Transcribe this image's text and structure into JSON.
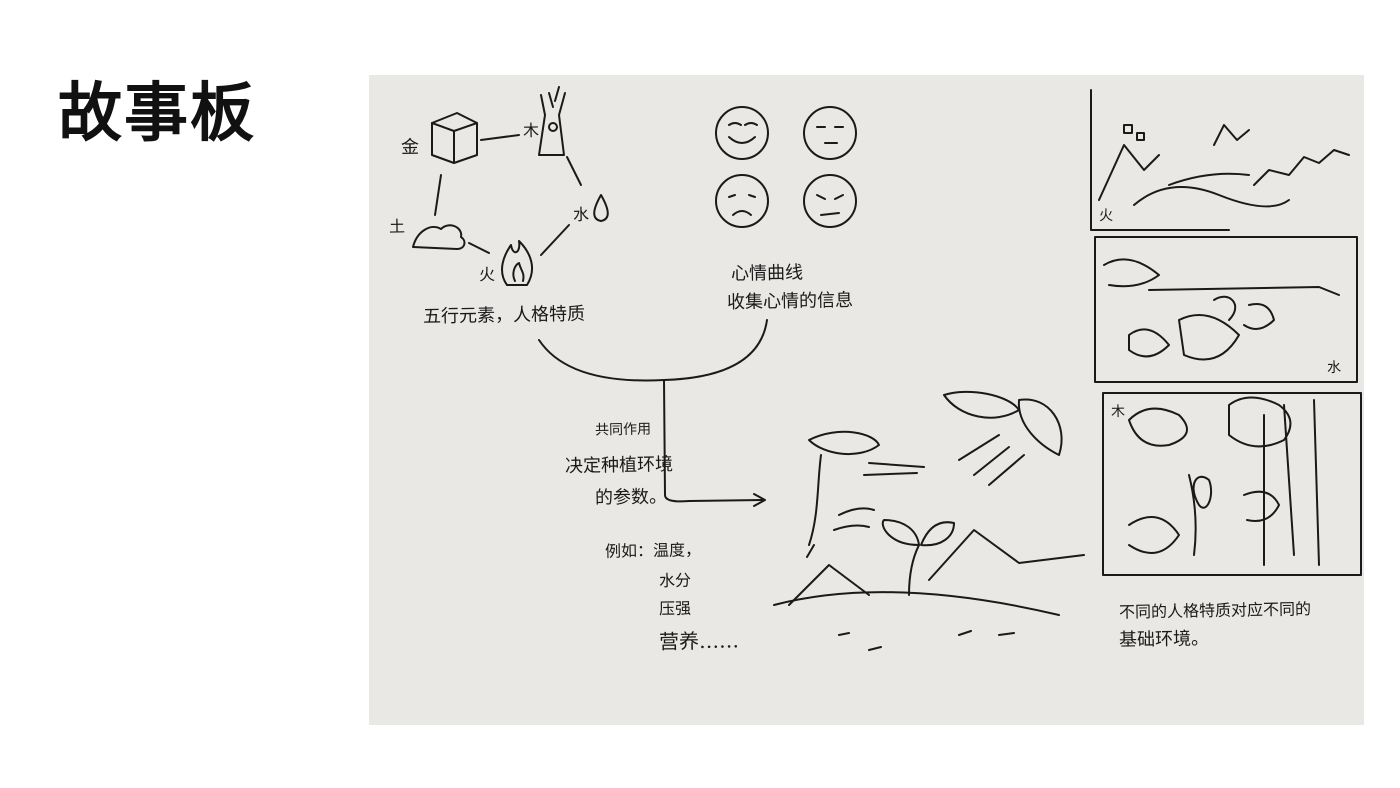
{
  "slide": {
    "title": "故事板"
  },
  "sketch": {
    "elements": {
      "gold": "金",
      "wood": "木",
      "water": "水",
      "fire": "火",
      "earth": "土"
    },
    "caption_elements": "五行元素，人格特质",
    "caption_mood_line1": "心情曲线",
    "caption_mood_line2": "收集心情的信息",
    "joint_line1": "共同作用",
    "joint_line2": "决定种植环境",
    "joint_line3": "的参数。",
    "example_label": "例如：温度，",
    "example_2": "水分",
    "example_3": "压强",
    "example_4": "营养……",
    "panel_fire_label": "火",
    "panel_water_label": "水",
    "panel_wood_label": "木",
    "right_caption_line1": "不同的人格特质对应不同的",
    "right_caption_line2": "基础环境。"
  }
}
